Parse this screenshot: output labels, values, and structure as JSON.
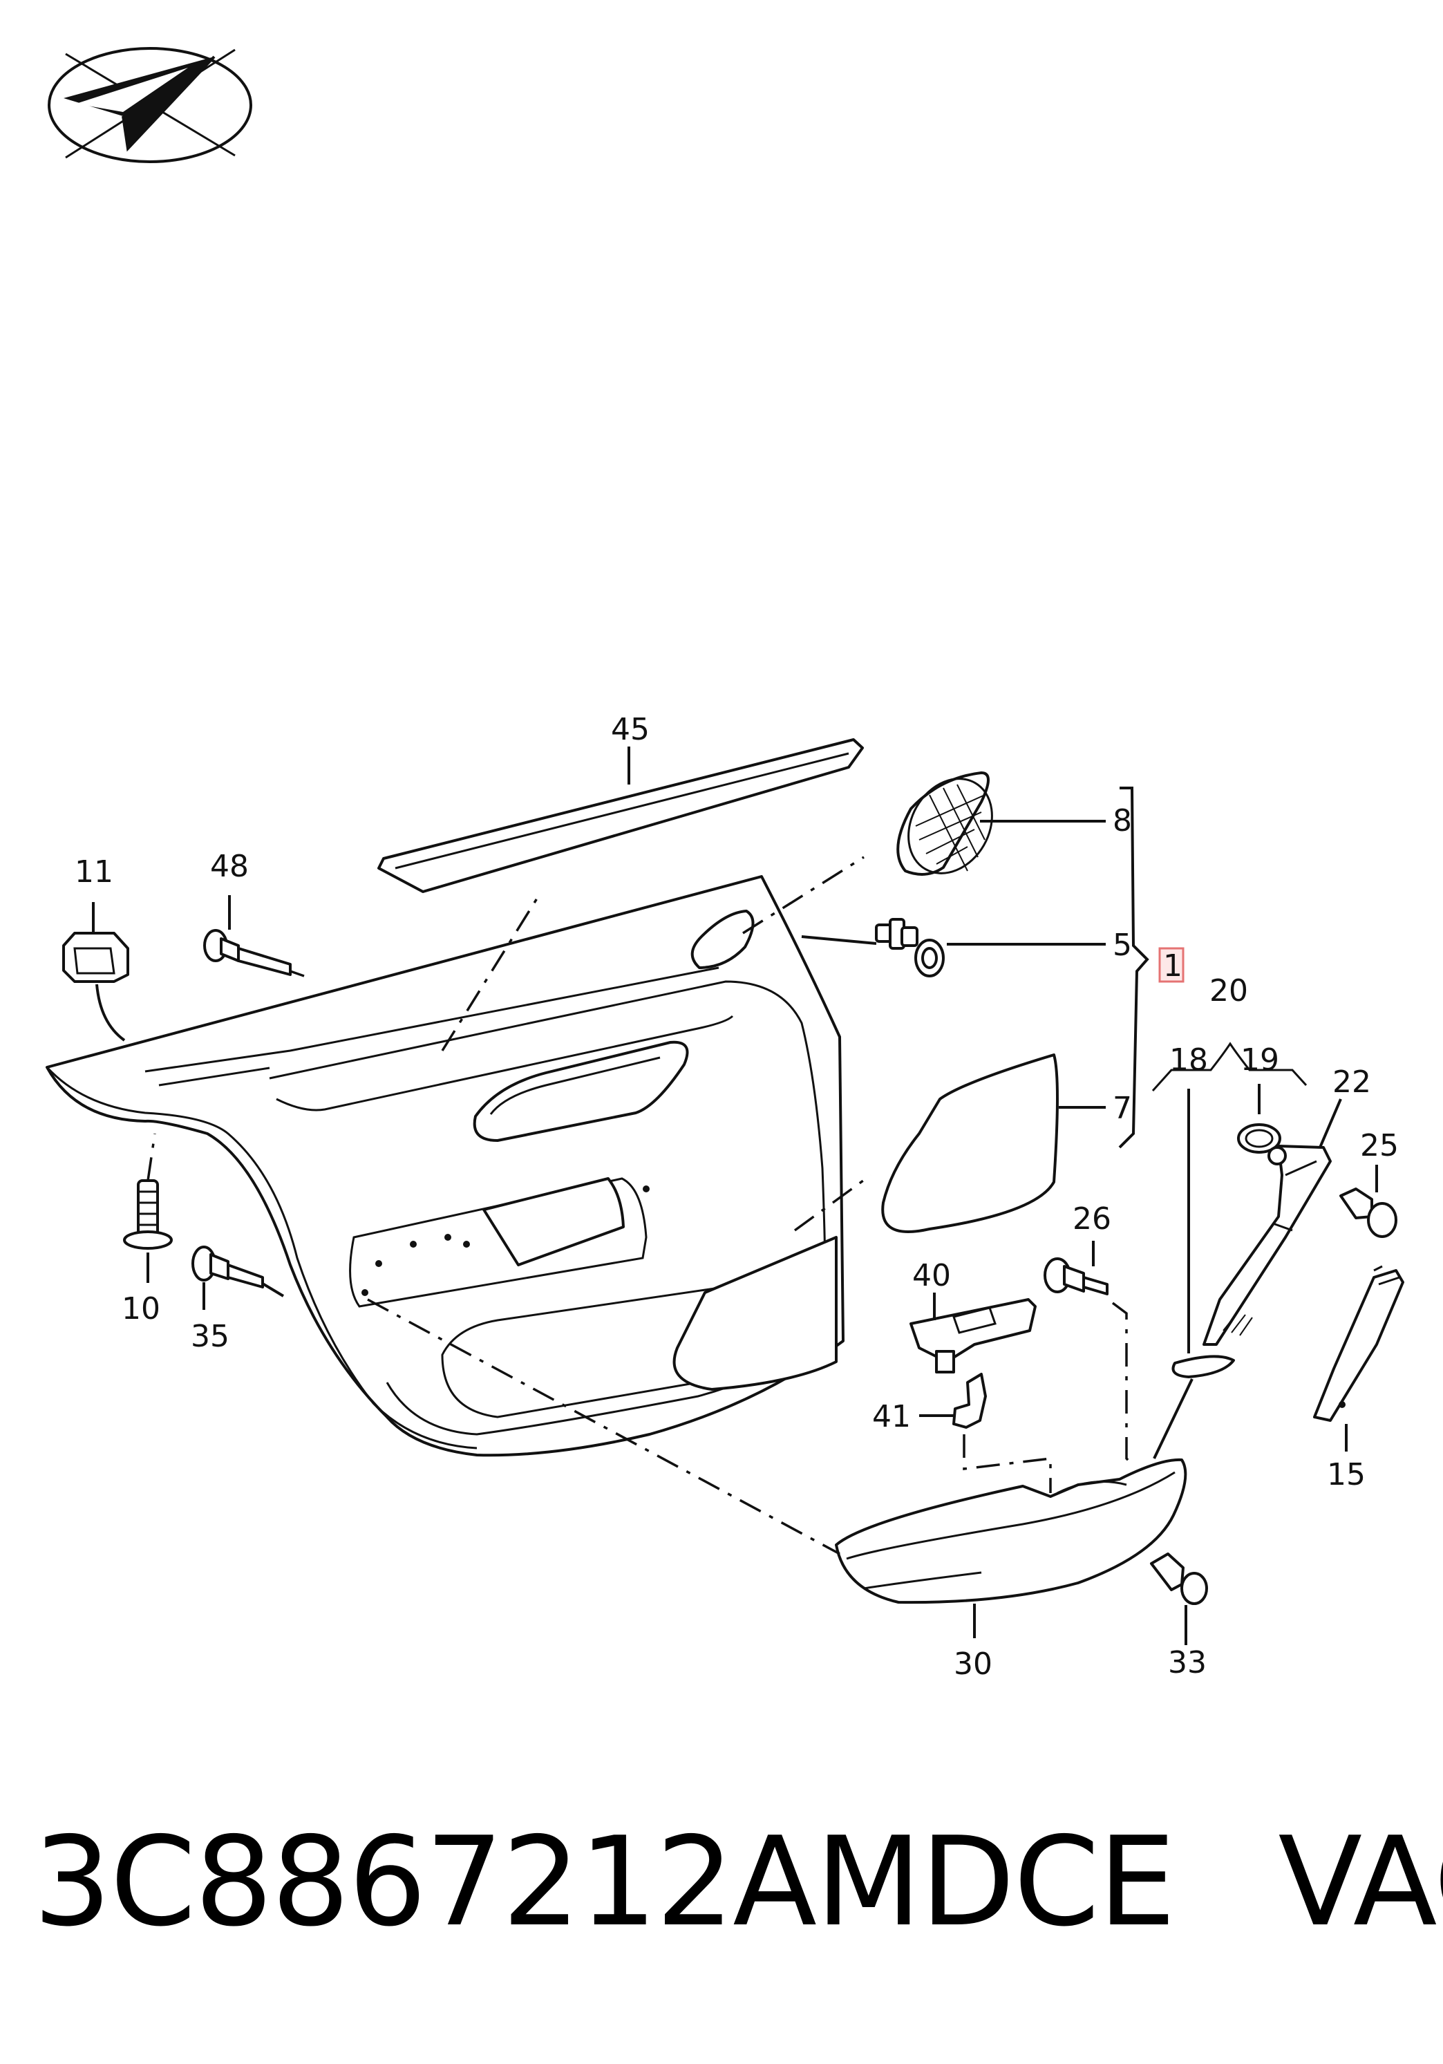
{
  "callouts": {
    "c45": "45",
    "c8": "8",
    "c5": "5",
    "c1": "1",
    "c7": "7",
    "c11": "11",
    "c48": "48",
    "c20": "20",
    "c18": "18",
    "c19": "19",
    "c22": "22",
    "c25": "25",
    "c26": "26",
    "c40": "40",
    "c41": "41",
    "c10": "10",
    "c35": "35",
    "c15": "15",
    "c30": "30",
    "c33": "33"
  },
  "caption": {
    "part_number": "3C8867212AMDCE",
    "brand": "VAG"
  },
  "colors": {
    "line": "#111111",
    "highlight_box": "#e57373",
    "highlight_fill": "#fde8e8"
  },
  "logo_icon": "paper-plane-check-logo"
}
